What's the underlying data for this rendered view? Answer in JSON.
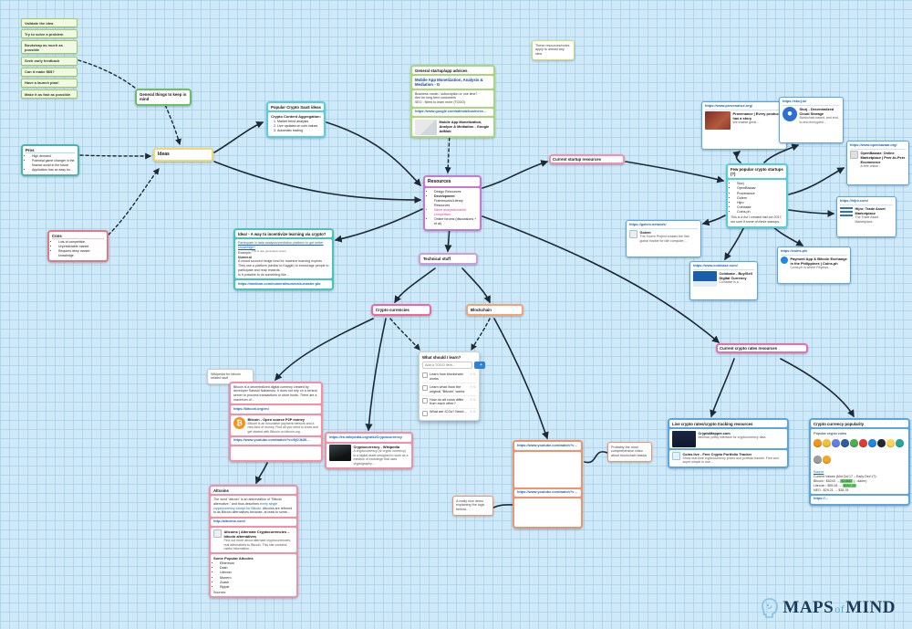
{
  "colors": {
    "green": "#6abf69",
    "light_green": "#a8d878",
    "yellow": "#f5d76e",
    "teal": "#45b8ac",
    "red": "#e77681",
    "cyan": "#53cfe0",
    "purple": "#c678d4",
    "lavender": "#cf9ce0",
    "pink": "#f2669c",
    "doc_pink": "#f48fa6",
    "orange": "#f8a271",
    "video_orange": "#f0936a",
    "magenta": "#ef6aa8",
    "blue": "#5aa7e0",
    "edge": "#1c2a36"
  },
  "checklist": {
    "items": [
      "Validate the idea",
      "Try to solve a problem",
      "Bootstrap as much as possible",
      "Seek early feedback",
      "Can it make $$$?",
      "Have a launch plan!",
      "Make it as fast as possible"
    ]
  },
  "general_things": {
    "title": "General things to keep in mind"
  },
  "ideas": {
    "title": "Ideas"
  },
  "pros": {
    "title": "Pros",
    "items": [
      "High demand",
      "Potential game changer in the finance world in the future",
      "Application has an easy bu…"
    ]
  },
  "cons": {
    "title": "Cons",
    "items": [
      "Lots of competition",
      "Unpredictable market",
      "Requires deep market knowledge"
    ]
  },
  "saas": {
    "title": "Popular Crypto SaaS ideas",
    "subtitle": "Crypto Content Aggregation:",
    "items": [
      "Market trend analysis",
      "Live updates on coin values",
      "Automatic trading"
    ]
  },
  "advices": {
    "title": "General startup/app advices",
    "link_title": "Mobile App Monetization, Analysis & Mediation - G",
    "lines": [
      "Business model : subscription or one time?",
      "Aim for long term customers",
      "SEO : Need to learn more (TODO)"
    ],
    "url": "https://www.google.com/admob/business…",
    "card_title": "Mobile App Monetization, Analyze & Mediation - Google AdMob"
  },
  "note_resources": {
    "text": "These resources/notes apply to almost any idea"
  },
  "resources": {
    "title": "Resources",
    "item1": "Design Resources",
    "item2_bold": "Development",
    "item2_rest": " Frameworks/Library Resources",
    "item3": "Niche analysis/market competition",
    "item4": "Online forums (discussions + et al)"
  },
  "current_startup": {
    "title": "Current startup resources"
  },
  "startups": {
    "title": "Few popular crypto startups (?)",
    "items": [
      "Storj",
      "OpenBazaar",
      "Provenance",
      "Golem",
      "Hijro",
      "Coinbase",
      "Coins.ph"
    ],
    "note": "This is a list I created mid-oct 2017, not sure if some of these startups…"
  },
  "provenance": {
    "url": "https://www.provenance.org/",
    "title": "Provenance | Every product has a story",
    "desc": "We enable great…"
  },
  "storj": {
    "url": "https://storj.io/",
    "title": "Storj - Decentralized Cloud Storage",
    "desc": "Blockchain based, and end-to-end encrypted…"
  },
  "openbazaar": {
    "url": "https://www.openbazaar.org/",
    "title": "OpenBazaar: Online Marketplace | Peer-to-Peer Ecommerce",
    "desc": "A free online…"
  },
  "hijro": {
    "url": "https://hijro.com/",
    "title": "Hijro: Trade Asset Marketplace",
    "desc": "The Trade Asset Marketplace"
  },
  "golem": {
    "url": "https://golem.network/",
    "title": "Golem",
    "desc": "The Golem Project creates the first global market for idle computer…"
  },
  "coinbase": {
    "url": "https://www.coinbase.com/",
    "title": "Coinbase - Buy/Sell Digital Currency",
    "desc": "Coinbase is a…"
  },
  "coinsph": {
    "url": "https://coins.ph/",
    "title": "Payment App & Bitcoin Exchange in the Philippines | Coins.ph",
    "desc": "Coins.ph is where Filipinos…"
  },
  "idea_node": {
    "title": "Idea! - A way to incentivize learning via crypto?",
    "link_line": "Participate in data analysis/prediction platform to get better knowledge?",
    "example_label": "Example:",
    "example_sup": "This is user generated content",
    "name": "Numer.ai",
    "line1": "A crowd sourced hedge fund for machine learning experts",
    "line2": "They use a platform (similar to Kaggle) to encourage people to participate and reap rewards.",
    "line3": "Is it possible to do something like…",
    "url": "https://medium.com/numerai/numerais-master-pla"
  },
  "technical": {
    "title": "Technical stuff"
  },
  "crypto_currencies": {
    "title": "Crypto currencies"
  },
  "blockchain": {
    "title": "Blockchain"
  },
  "todo": {
    "title": "What should I learn?",
    "placeholder": "Add a TODO item...",
    "add_label": "+",
    "items": [
      "Learn how blockchain works",
      "Learn what /how the original \"Bitcoin\" works",
      "How do alt coins differ from each other?",
      "What are ICOs? Need…"
    ],
    "actions": "✕ ⇅"
  },
  "wiki_note": {
    "text": "Wikipedia for bitcoin related stuff"
  },
  "bitcoin": {
    "intro": "Bitcoin is a decentralized digital currency created by developer Satoshi Nakamoto. It does not rely on a central server to process transactions or store funds. There are a maximum of…",
    "url": "https://bitcoin.org/en/",
    "symbol": "₿",
    "card_title": "Bitcoin - Open source P2P money",
    "card_desc": "Bitcoin is an innovative payment network and a new kind of money. Find all you need to know and get started with Bitcoin on bitcoin.org.",
    "video_url": "https://www.youtube.com/watch?v=l9jOJk30…"
  },
  "crypto_wiki": {
    "url": "https://en.wikipedia.org/wiki/Cryptocurrency",
    "card_title": "Cryptocurrency - Wikipedia",
    "card_desc": "A cryptocurrency (or crypto currency) is a digital asset designed to work as a medium of exchange that uses cryptography…"
  },
  "altcoins": {
    "title": "Altcoins",
    "intro_pre": "The word \"altcoin\" is an abbreviation of \"Bitcoin alternative,\" and thus describes ",
    "intro_link": "every single cryptocurrency except for Bitcoin",
    "intro_post": ". Altcoins are referred to as Bitcoin alternatives because, at least to some…",
    "url": "http://altcoins.com/",
    "card_title": "Altcoins | Alternate Cryptocurrencies – bitcoin alternatives",
    "card_desc": "Find out more about alternate cryptocurrencies, real alternatives to Bitcoin. This site contains useful information…",
    "popular_label": "Some Popular Altcoins",
    "coins": [
      "Ethereum",
      "Dash",
      "Litecoin",
      "Monero",
      "Zcash",
      "Ripple"
    ],
    "sources_label": "Sources:"
  },
  "videos": {
    "url1": "https://www.youtube.com/watch?v=SSo_…",
    "url2": "https://www.youtube.com/watch?v=_16…"
  },
  "video_note": {
    "text": "Probably the most comprehensive video about blockchain basics"
  },
  "demo_note": {
    "text": "A really nice demo explaining the logic behind…"
  },
  "current_crypto_rates": {
    "title": "Current crypto rates resources"
  },
  "live_rates": {
    "title": "Live crypto rates/crypto tracking resources",
    "card1_title": "CryptoMapper.com",
    "card1_desc": "Minimal, pretty interface for cryptocurrency data",
    "card2_title": "Coins.live - Free Crypto Portfolio Tracker",
    "card2_desc": "Show real-time cryptocurrency prices and portfolio tracker. Free and super simple to use…"
  },
  "popularity": {
    "title": "Crypto currency popularity",
    "subtitle": "Popular crypto coins",
    "coin_colors": [
      "#f7931a",
      "#f2c035",
      "#627eea",
      "#345d9d",
      "#4caf50",
      "#e53935",
      "#1e88e5",
      "#232937",
      "#ffd54f",
      "#26a69a",
      "#9e9e9e",
      "#f5a623"
    ],
    "source_label": "Source",
    "values_label": "Current Values (Mid Oct'17 – Early Dec'17):",
    "btc_pre": "Bitcoin : $5243 → ",
    "btc_hi": "$11882",
    "btc_post": " (...damn)",
    "ltc_pre": "Litecoin : $55.08 → ",
    "ltc_hi": "$101.10",
    "neo_row": "NEO : $29.21 → $38.78",
    "url": "https://…"
  },
  "logo": {
    "maps": "MAPS",
    "of": "of",
    "mind": "MIND"
  }
}
